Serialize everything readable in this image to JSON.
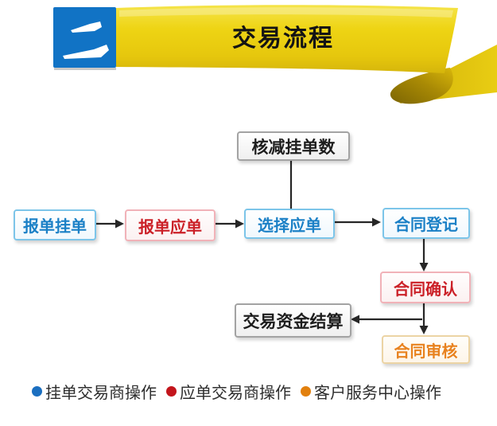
{
  "banner": {
    "chapter_number": "二",
    "title": "交易流程",
    "colors": {
      "ribbon_yellow": "#eccf12",
      "ribbon_highlight": "#f4e348",
      "ribbon_underside": "#8c7103",
      "chapter_badge_blue": "#1173c5"
    }
  },
  "flowchart": {
    "nodes": [
      {
        "id": "reduce-pending-count",
        "label": "核减挂单数",
        "type": "neutral"
      },
      {
        "id": "order-pending",
        "label": "报单挂单",
        "type": "pending-trader"
      },
      {
        "id": "order-response",
        "label": "报单应单",
        "type": "response-trader"
      },
      {
        "id": "select-response",
        "label": "选择应单",
        "type": "pending-trader"
      },
      {
        "id": "contract-register",
        "label": "合同登记",
        "type": "pending-trader"
      },
      {
        "id": "contract-confirm",
        "label": "合同确认",
        "type": "response-trader"
      },
      {
        "id": "contract-review",
        "label": "合同审核",
        "type": "service-center"
      },
      {
        "id": "funds-settlement",
        "label": "交易资金结算",
        "type": "neutral"
      }
    ],
    "edges": [
      {
        "from": "order-pending",
        "to": "order-response",
        "arrow": true
      },
      {
        "from": "order-response",
        "to": "select-response",
        "arrow": true
      },
      {
        "from": "select-response",
        "to": "contract-register",
        "arrow": true
      },
      {
        "from": "reduce-pending-count",
        "to": "select-response",
        "arrow": false
      },
      {
        "from": "contract-register",
        "to": "contract-confirm",
        "arrow": true
      },
      {
        "from": "contract-confirm",
        "to": "contract-review",
        "arrow": true
      },
      {
        "from": "contract-confirm",
        "to": "funds-settlement",
        "arrow": true
      }
    ],
    "type_colors": {
      "pending_trader_text": "#1b80c6",
      "pending_trader_border": "#7cc5e9",
      "response_trader_text": "#cb2027",
      "response_trader_border": "#f1b2b8",
      "service_center_text": "#e8821f",
      "service_center_border": "#ecd4a4",
      "neutral_text": "#1d1d1d",
      "neutral_border": "#a3a3a3",
      "connector": "#262626"
    }
  },
  "legend": {
    "items": [
      {
        "label": "挂单交易商操作",
        "color": "#1b6fc0"
      },
      {
        "label": "应单交易商操作",
        "color": "#c3151c"
      },
      {
        "label": "客户服务中心操作",
        "color": "#e2800e"
      }
    ]
  }
}
